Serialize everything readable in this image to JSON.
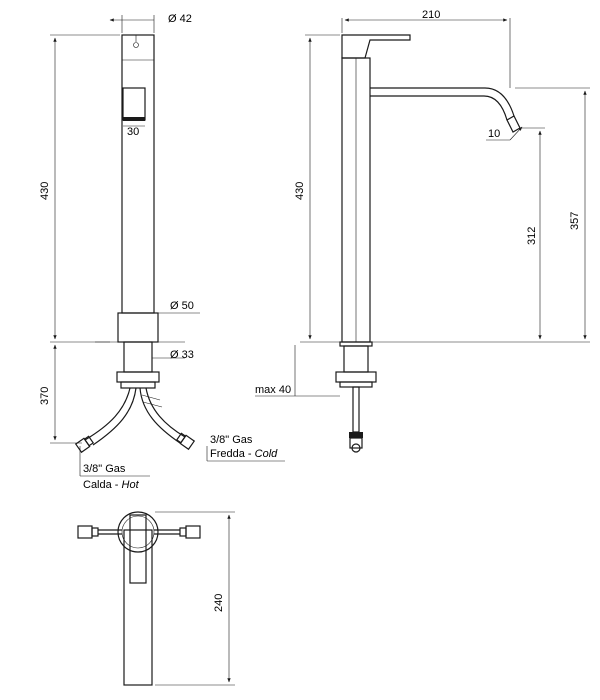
{
  "front_view": {
    "diameter_top": "Ø 42",
    "height": "430",
    "lever_width": "30",
    "diameter_base": "Ø 50",
    "diameter_shank": "Ø 33",
    "hose_length": "370",
    "cold_size": "3/8\" Gas",
    "cold_label_it": "Fredda - ",
    "cold_label_en": "Cold",
    "hot_size": "3/8\" Gas",
    "hot_label_it": "Calda - ",
    "hot_label_en": "Hot"
  },
  "side_view": {
    "spout_reach": "210",
    "height": "430",
    "spout_tip": "10",
    "spout_height": "312",
    "total_spout_height": "357",
    "max_deck": "max 40"
  },
  "top_view": {
    "depth": "240"
  }
}
